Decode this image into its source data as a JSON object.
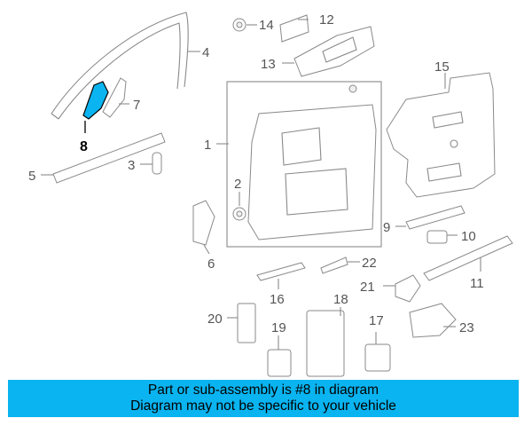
{
  "diagram": {
    "highlight_color": "#0ab4f0",
    "highlighted_part": "8",
    "callouts": {
      "c1": "1",
      "c2": "2",
      "c3": "3",
      "c4": "4",
      "c5": "5",
      "c6": "6",
      "c7": "7",
      "c8": "8",
      "c9": "9",
      "c10": "10",
      "c11": "11",
      "c12": "12",
      "c13": "13",
      "c14": "14",
      "c15": "15",
      "c16": "16",
      "c17": "17",
      "c18": "18",
      "c19": "19",
      "c20": "20",
      "c21": "21",
      "c22": "22",
      "c23": "23"
    }
  },
  "banner": {
    "line1": "Part or sub-assembly is #8 in diagram",
    "line2": "Diagram may not be specific to your vehicle",
    "background": "#0ab4f0"
  }
}
